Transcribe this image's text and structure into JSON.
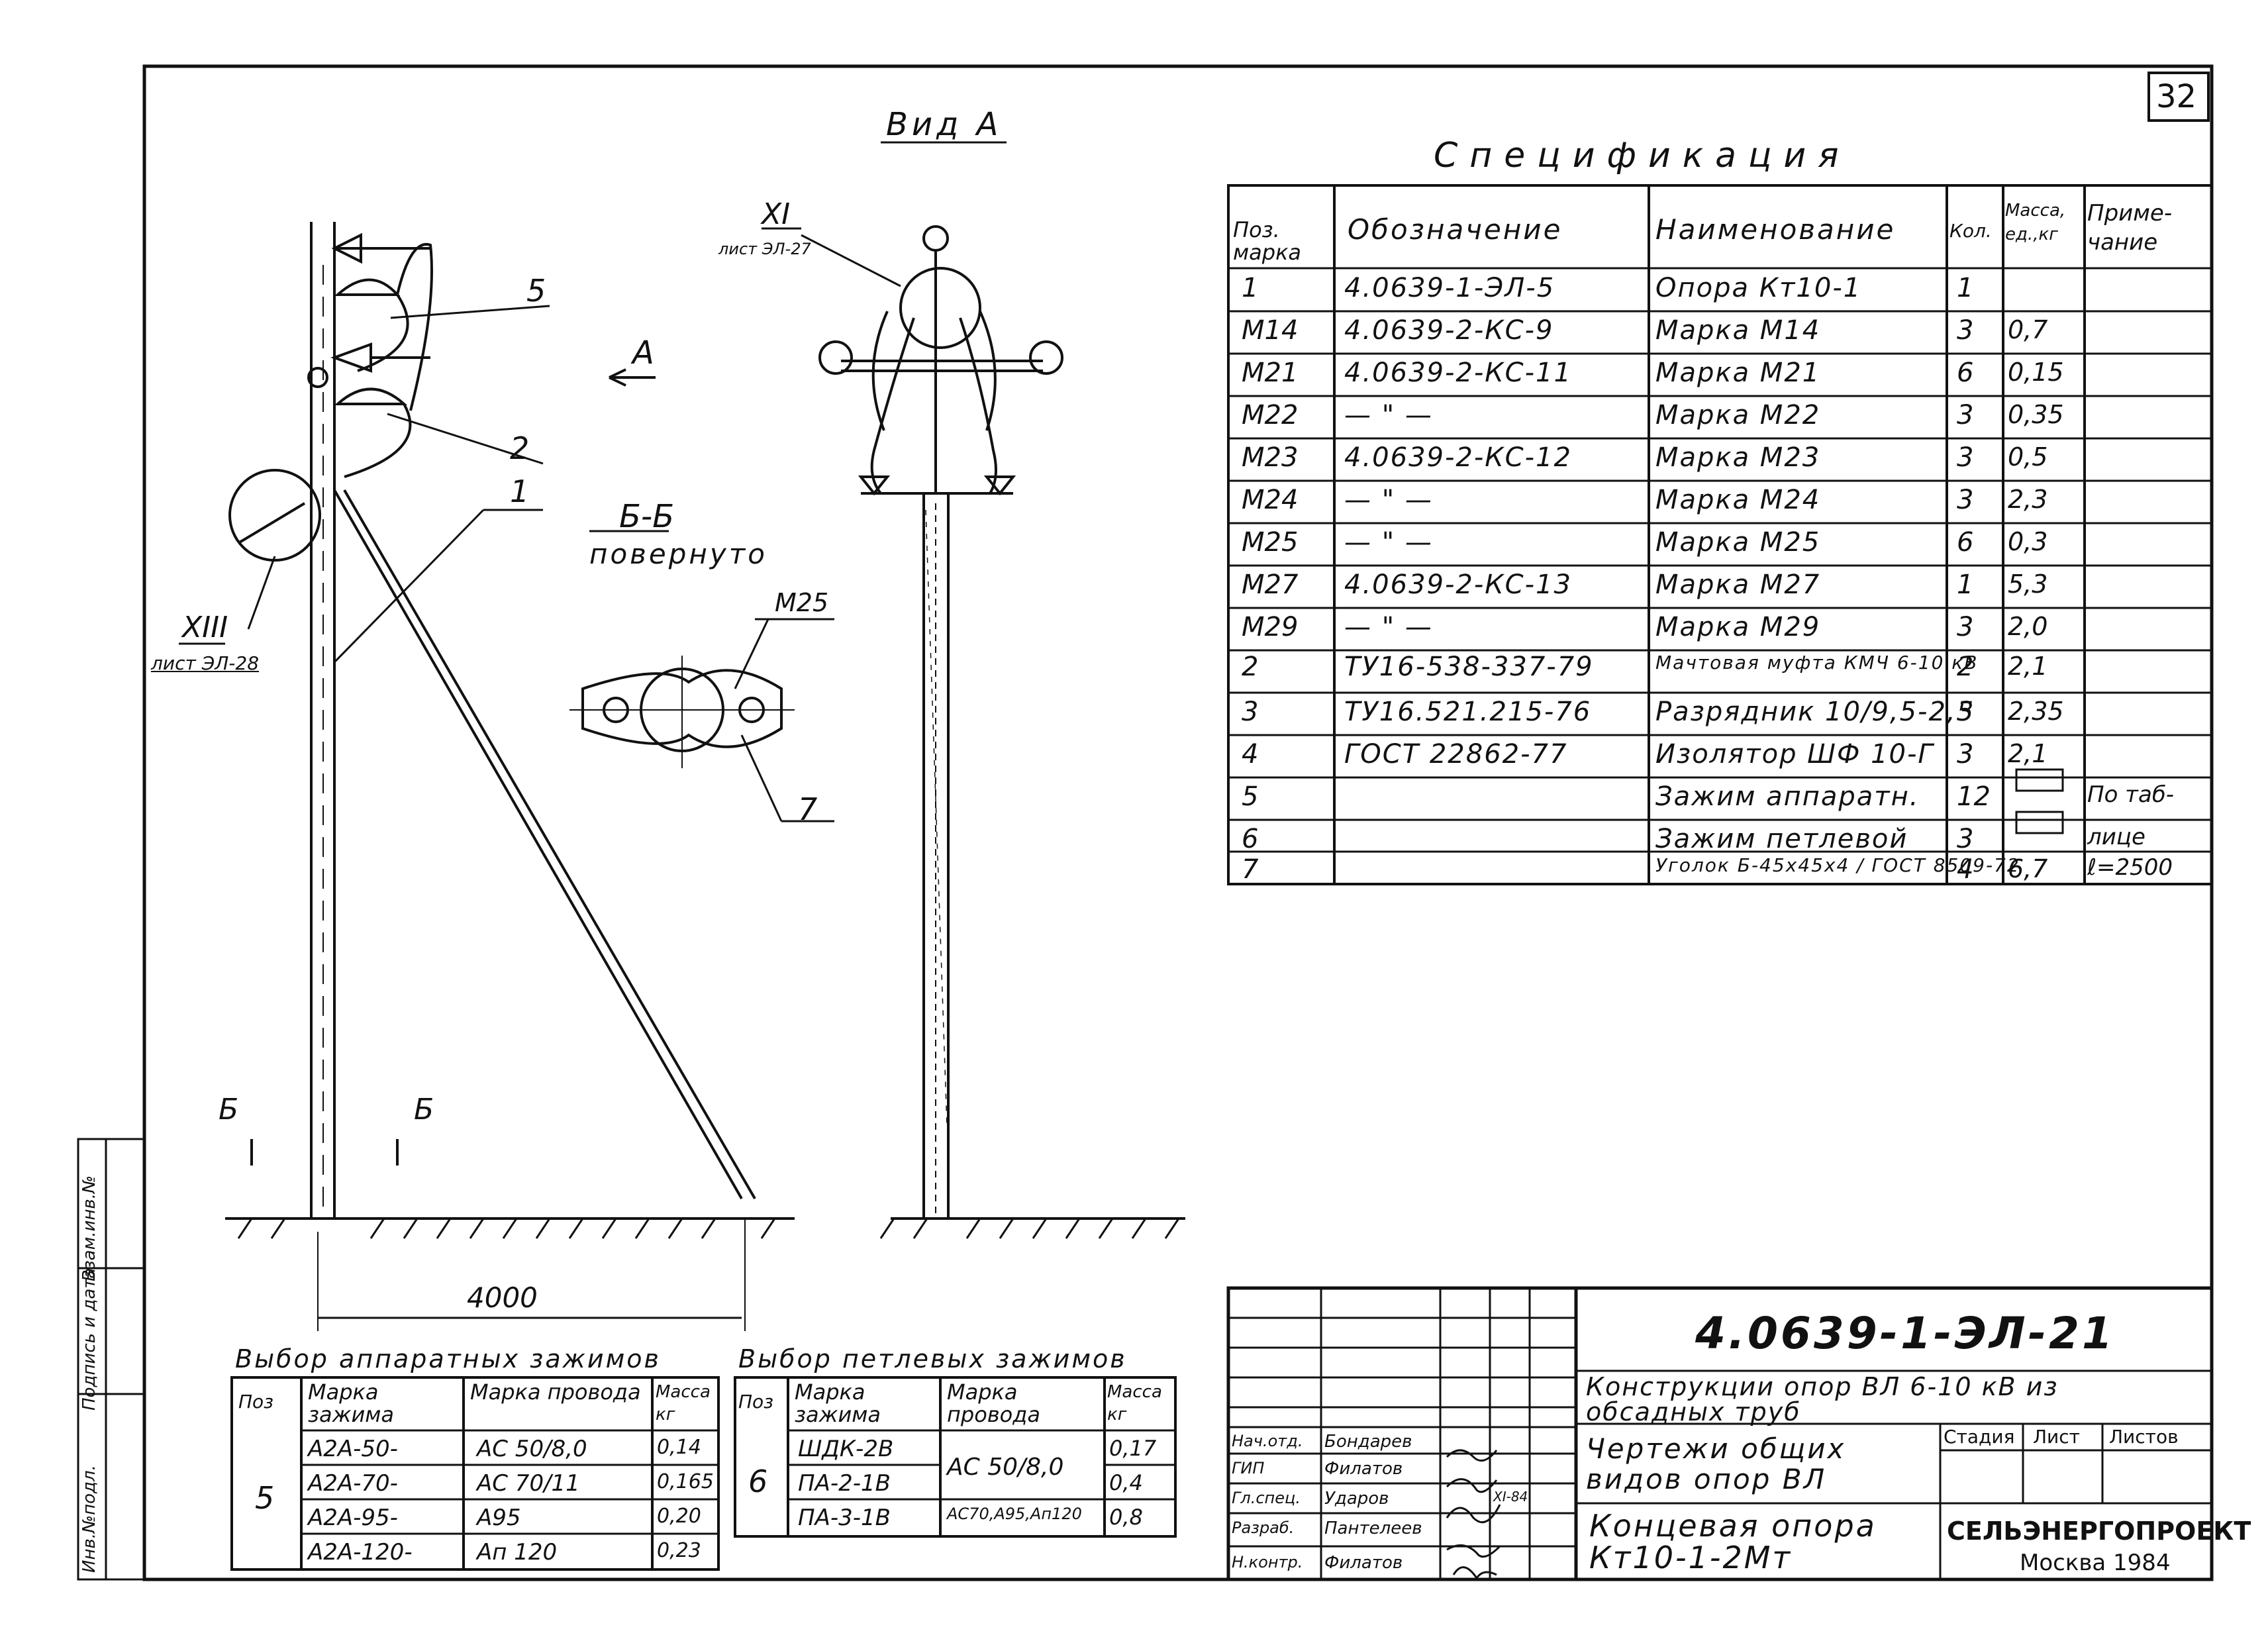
{
  "sheet": {
    "number": "32",
    "view_a_title": "Вид А",
    "arrow_a": "А",
    "section_bb_title": "Б-Б",
    "section_bb_sub": "повернуто",
    "section_mark_left": "Б",
    "section_mark_right": "Б",
    "dimension_4000": "4000",
    "leaders": {
      "l5": "5",
      "l2": "2",
      "l1": "1",
      "l7": "7",
      "m25": "М25",
      "xiii": "XIII",
      "xiii_ref": "лист ЭЛ-28",
      "xi": "XI",
      "xi_ref": "лист ЭЛ-27"
    }
  },
  "side_stamp": [
    "Инв.№подл.",
    "Подпись и дата",
    "Взам.инв.№"
  ],
  "spec": {
    "title": "Спецификация",
    "headers": [
      "Поз. марка",
      "Обозначение",
      "Наименование",
      "Кол.",
      "Масса, ед.,кг",
      "Приме- чание"
    ],
    "rows": [
      [
        "1",
        "4.0639-1-ЭЛ-5",
        "Опора Кт10-1",
        "1",
        "",
        ""
      ],
      [
        "М14",
        "4.0639-2-КС-9",
        "Марка М14",
        "3",
        "0,7",
        ""
      ],
      [
        "М21",
        "4.0639-2-КС-11",
        "Марка М21",
        "6",
        "0,15",
        ""
      ],
      [
        "М22",
        "— \" —",
        "Марка М22",
        "3",
        "0,35",
        ""
      ],
      [
        "М23",
        "4.0639-2-КС-12",
        "Марка М23",
        "3",
        "0,5",
        ""
      ],
      [
        "М24",
        "— \" —",
        "Марка М24",
        "3",
        "2,3",
        ""
      ],
      [
        "М25",
        "— \" —",
        "Марка М25",
        "6",
        "0,3",
        ""
      ],
      [
        "М27",
        "4.0639-2-КС-13",
        "Марка М27",
        "1",
        "5,3",
        ""
      ],
      [
        "М29",
        "— \" —",
        "Марка М29",
        "3",
        "2,0",
        ""
      ],
      [
        "2",
        "ТУ16-538-337-79",
        "Мачтовая муфта КМЧ 6-10 кВ",
        "2",
        "2,1",
        ""
      ],
      [
        "3",
        "ТУ16.521.215-76",
        "Разрядник 10/9,5-2,5",
        "3",
        "2,35",
        ""
      ],
      [
        "4",
        "ГОСТ 22862-77",
        "Изолятор ШФ 10-Г",
        "3",
        "2,1",
        ""
      ],
      [
        "5",
        "",
        "Зажим аппаратн.",
        "12",
        "",
        "По таб-"
      ],
      [
        "6",
        "",
        "Зажим петлевой",
        "3",
        "",
        "лице"
      ],
      [
        "7",
        "",
        "Уголок Б-45х45х4 / ГОСТ 8509-72",
        "4",
        "6,7",
        "ℓ=2500"
      ]
    ]
  },
  "app_clamps": {
    "title": "Выбор аппаратных зажимов",
    "headers": [
      "Поз",
      "Марка зажима",
      "Марка провода",
      "Масса кг"
    ],
    "pos": "5",
    "rows": [
      [
        "А2А-50-",
        "АС 50/8,0",
        "0,14"
      ],
      [
        "А2А-70-",
        "АС 70/11",
        "0,165"
      ],
      [
        "А2А-95-",
        "А95",
        "0,20"
      ],
      [
        "А2А-120-",
        "Ап 120",
        "0,23"
      ]
    ]
  },
  "loop_clamps": {
    "title": "Выбор петлевых зажимов",
    "headers": [
      "Поз",
      "Марка зажима",
      "Марка провода",
      "Масса кг"
    ],
    "pos": "6",
    "rows": [
      [
        "ШДК-2В",
        "АС 50/8,0",
        "0,17"
      ],
      [
        "ПА-2-1В",
        "",
        "0,4"
      ],
      [
        "ПА-3-1В",
        "АС70,А95,Ап120",
        "0,8"
      ]
    ]
  },
  "title_block": {
    "code": "4.0639-1-ЭЛ-21",
    "project": "Конструкции опор ВЛ 6-10 кВ из обсадных труб",
    "drawing": "Чертежи общих видов опор ВЛ",
    "sheet_name": "Концевая опора Кт10-1-2Мт",
    "col_stage": "Стадия",
    "col_sheet": "Лист",
    "col_sheets": "Листов",
    "org": "СЕЛЬЭНЕРГОПРОЕКТ",
    "city_year": "Москва 1984",
    "people": [
      [
        "Нач.отд.",
        "Бондарев"
      ],
      [
        "ГИП",
        "Филатов"
      ],
      [
        "Гл.спец.",
        "Ударов"
      ],
      [
        "Разраб.",
        "Пантелеев"
      ],
      [
        "Н.контр.",
        "Филатов"
      ]
    ],
    "date_mark": "XI-84"
  }
}
